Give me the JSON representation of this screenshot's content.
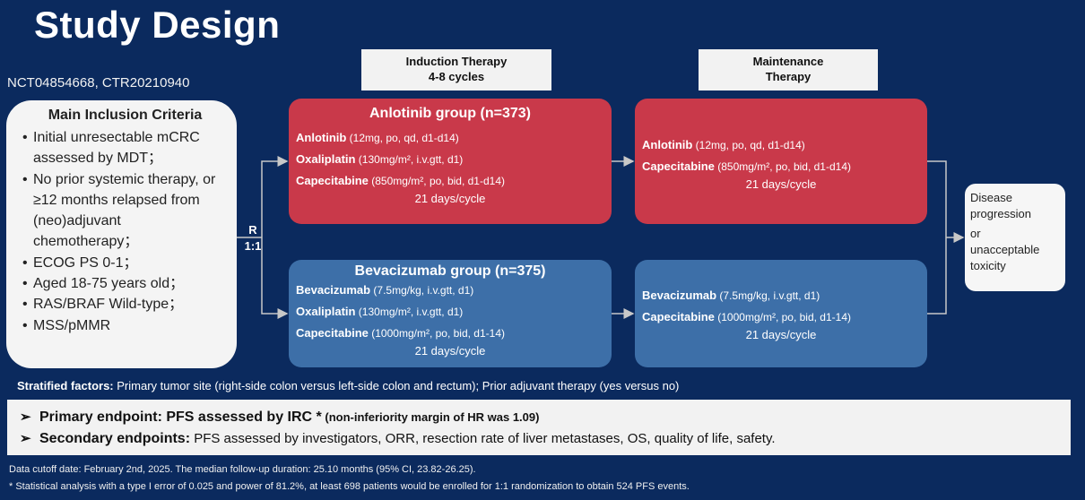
{
  "title": "Study Design",
  "trial_ids": "NCT04854668, CTR20210940",
  "inclusion": {
    "heading": "Main Inclusion Criteria",
    "items": [
      "Initial unresectable mCRC assessed by MDT；",
      "No prior systemic therapy, or ≥12 months relapsed from (neo)adjuvant chemotherapy；",
      "ECOG PS 0-1；",
      "Aged 18-75 years old；",
      "RAS/BRAF Wild-type；",
      "MSS/pMMR"
    ]
  },
  "randomization": {
    "line1": "R",
    "line2": "1:1"
  },
  "phase_headers": {
    "induction": {
      "line1": "Induction Therapy",
      "line2": "4-8 cycles"
    },
    "maintenance": {
      "line1": "Maintenance",
      "line2": "Therapy"
    }
  },
  "anlotinib_induction": {
    "name": "Anlotinib group  (n=373)",
    "drugs": [
      {
        "name": "Anlotinib",
        "dose": " (12mg, po, qd, d1-d14)"
      },
      {
        "name": "Oxaliplatin",
        "dose": " (130mg/m², i.v.gtt, d1)"
      },
      {
        "name": "Capecitabine",
        "dose": " (850mg/m², po, bid, d1-d14)"
      }
    ],
    "cycle": "21 days/cycle"
  },
  "anlotinib_maintenance": {
    "drugs": [
      {
        "name": "Anlotinib",
        "dose": " (12mg, po, qd, d1-d14)"
      },
      {
        "name": "Capecitabine",
        "dose": " (850mg/m², po, bid, d1-d14)"
      }
    ],
    "cycle": "21 days/cycle"
  },
  "bevacizumab_induction": {
    "name": "Bevacizumab group  (n=375)",
    "drugs": [
      {
        "name": "Bevacizumab",
        "dose": " (7.5mg/kg, i.v.gtt, d1)"
      },
      {
        "name": "Oxaliplatin",
        "dose": " (130mg/m², i.v.gtt, d1)"
      },
      {
        "name": "Capecitabine",
        "dose": " (1000mg/m², po, bid, d1-14)"
      }
    ],
    "cycle": "21 days/cycle"
  },
  "bevacizumab_maintenance": {
    "drugs": [
      {
        "name": "Bevacizumab",
        "dose": " (7.5mg/kg, i.v.gtt, d1)"
      },
      {
        "name": "Capecitabine",
        "dose": " (1000mg/m², po, bid, d1-14)"
      }
    ],
    "cycle": "21 days/cycle"
  },
  "outcome": {
    "line1": "Disease",
    "line2": "progression",
    "line3": "or",
    "line4": "unacceptable",
    "line5": "toxicity"
  },
  "stratified": {
    "label": "Stratified factors:",
    "text": "  Primary tumor site (right-side colon versus left-side colon and rectum);  Prior adjuvant therapy (yes versus no)"
  },
  "endpoints": {
    "marker": "➢",
    "primary_label": "Primary endpoint: PFS assessed by IRC *",
    "primary_note": " (non-inferiority margin of HR was 1.09)",
    "secondary_label": "Secondary endpoints:",
    "secondary_text": "  PFS assessed by investigators, ORR, resection rate of liver metastases, OS, quality of life, safety."
  },
  "footnotes": {
    "line1": "Data cutoff date: February 2nd, 2025.    The median follow-up duration: 25.10 months (95% CI, 23.82-26.25).",
    "line2": "* Statistical analysis with a type I error of 0.025 and power of 81.2%, at least 698 patients would be enrolled for 1:1 randomization to obtain 524 PFS events."
  },
  "colors": {
    "background": "#0b2a5e",
    "anlotinib": "#c9394a",
    "bevacizumab": "#3d6fa8",
    "connector": "#c8c8c8"
  }
}
